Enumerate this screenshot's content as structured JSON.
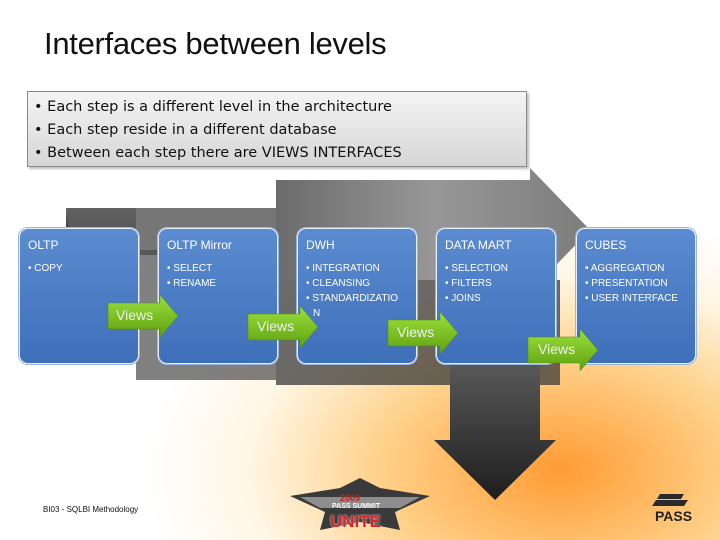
{
  "slide": {
    "title": "Interfaces between levels",
    "bullets": [
      "• Each step is a different level in the architecture",
      "• Each step reside in a different database",
      "• Between each step there are VIEWS INTERFACES"
    ]
  },
  "cards": [
    {
      "title": "OLTP",
      "items": [
        "• COPY"
      ]
    },
    {
      "title": "OLTP Mirror",
      "items": [
        "• SELECT",
        "• RENAME"
      ]
    },
    {
      "title": "DWH",
      "items": [
        "• INTEGRATION",
        "• CLEANSING",
        "• STANDARDIZATIO",
        "N"
      ]
    },
    {
      "title": "DATA MART",
      "items": [
        "• SELECTION",
        "• FILTERS",
        "• JOINS"
      ]
    },
    {
      "title": "CUBES",
      "items": [
        "• AGGREGATION",
        "• PRESENTATION",
        "• USER INTERFACE"
      ]
    }
  ],
  "views": [
    "Views",
    "Views",
    "Views",
    "Views"
  ],
  "footer": {
    "session_text": "BI03 - SQLBI Methodology",
    "event_logo": {
      "year": "2009",
      "line1": "PASS SUMMIT",
      "line2": "UNITE"
    },
    "brand_logo": "PASS"
  },
  "colors": {
    "card_blue": "#4a7cc4",
    "arrow_green": "#7dc21e",
    "background_orange": "#ff9628",
    "big_arrow_gray": "#7a7a7a"
  },
  "icons": [
    "views-arrow-icon",
    "big-process-arrow-icon",
    "pass-summit-logo-icon",
    "pass-logo-icon"
  ]
}
